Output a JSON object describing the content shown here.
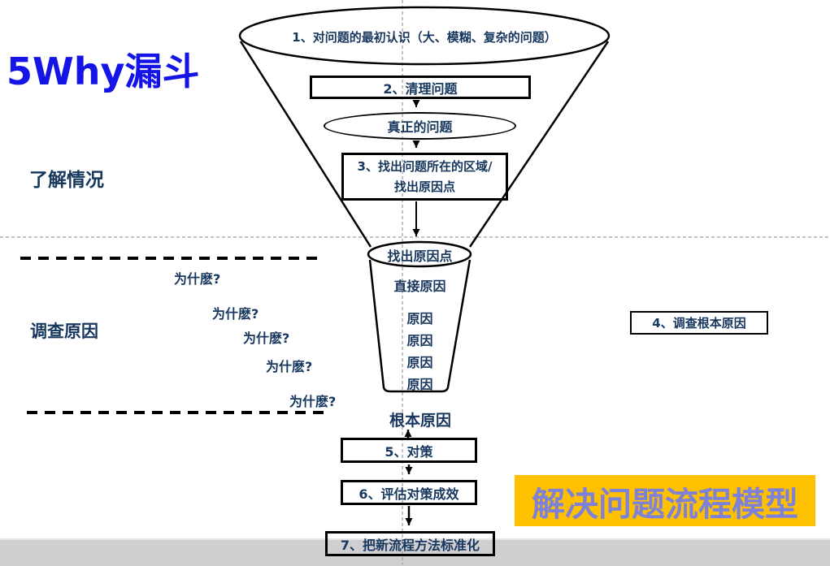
{
  "title": "5Why漏斗",
  "phase_labels": {
    "understand": "了解情况",
    "investigate": "调查原因"
  },
  "why": [
    "为什麽?",
    "为什麽?",
    "为什麽?",
    "为什麽?",
    "为什麽?"
  ],
  "funnel": {
    "stage1": "1、对问题的最初认识（大、模糊、复杂的问题）",
    "stage2": "2、清理问题",
    "real_problem": "真正的问题",
    "stage3_line1": "3、找出问题所在的区域/",
    "stage3_line2": "找出原因点",
    "cause_point": "找出原因点",
    "direct_cause": "直接原因",
    "causes": [
      "原因",
      "原因",
      "原因",
      "原因"
    ],
    "root_cause": "根本原因"
  },
  "stage4": "4、调查根本原因",
  "stage5": "5、对策",
  "stage6": "6、评估对策成效",
  "stage7": "7、把新流程方法标准化",
  "banner": "解决问题流程模型",
  "colors": {
    "title_blue": "#1414e6",
    "text_navy": "#17375e",
    "banner_bg": "#ffc000",
    "banner_text": "#7d82d8",
    "bottom_band_gray": "#cfcfd1",
    "outline_black": "#000000",
    "guide_gray": "#9c9c9c"
  }
}
